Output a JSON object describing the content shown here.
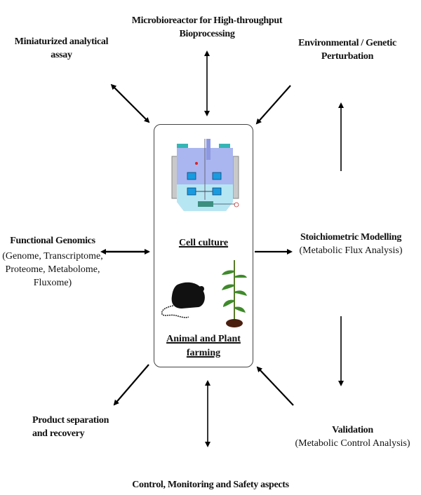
{
  "diagram": {
    "center": {
      "cell_culture_label": "Cell culture",
      "animal_plant_line1": "Animal and Plant",
      "animal_plant_line2": "farming",
      "images": [
        "bioreactor-vessel",
        "mouse",
        "plant"
      ]
    },
    "nodes": {
      "top": {
        "line1": "Microbioreactor for High-throughput",
        "line2": "Bioprocessing"
      },
      "top_left": {
        "line1": "Miniaturized analytical",
        "line2": "assay"
      },
      "top_right": {
        "line1": "Environmental / Genetic",
        "line2": "Perturbation"
      },
      "left": {
        "title": "Functional Genomics",
        "line1": "(Genome, Transcriptome,",
        "line2": "Proteome, Metabolome,",
        "line3": "Fluxome)"
      },
      "right": {
        "title": "Stoichiometric Modelling",
        "sub": "(Metabolic Flux Analysis)"
      },
      "bottom_left": {
        "line1": "Product separation",
        "line2": "and recovery"
      },
      "bottom_right": {
        "title": "Validation",
        "sub": "(Metabolic Control Analysis)"
      },
      "bottom": {
        "line1": "Control, Monitoring and Safety aspects"
      }
    },
    "colors": {
      "line": "#000000",
      "vessel": "#a9b6f0",
      "vessel_liquid": "#b7e6f3",
      "impeller": "#1a9be0"
    }
  }
}
